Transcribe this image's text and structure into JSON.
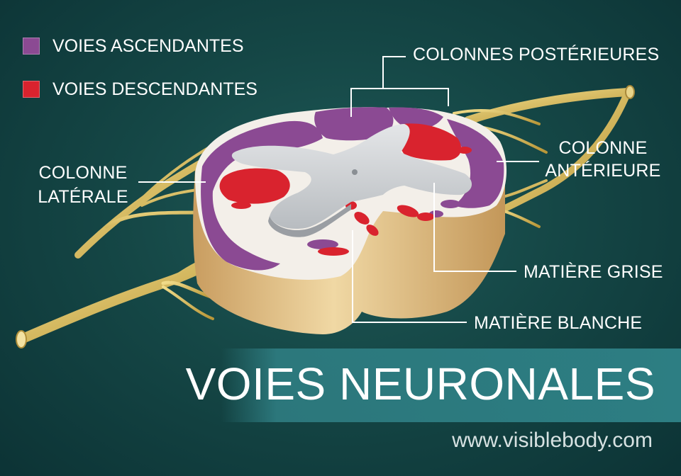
{
  "legend": [
    {
      "label": "VOIES ASCENDANTES",
      "color": "#8b4a93"
    },
    {
      "label": "VOIES DESCENDANTES",
      "color": "#d9232e"
    }
  ],
  "labels": {
    "posterior": "COLONNES POSTÉRIEURES",
    "anterior_line1": "COLONNE",
    "anterior_line2": "ANTÉRIEURE",
    "lateral_line1": "COLONNE",
    "lateral_line2": "LATÉRALE",
    "grey_matter": "MATIÈRE GRISE",
    "white_matter": "MATIÈRE BLANCHE"
  },
  "title": "VOIES NEURONALES",
  "website": "www.visiblebody.com"
}
